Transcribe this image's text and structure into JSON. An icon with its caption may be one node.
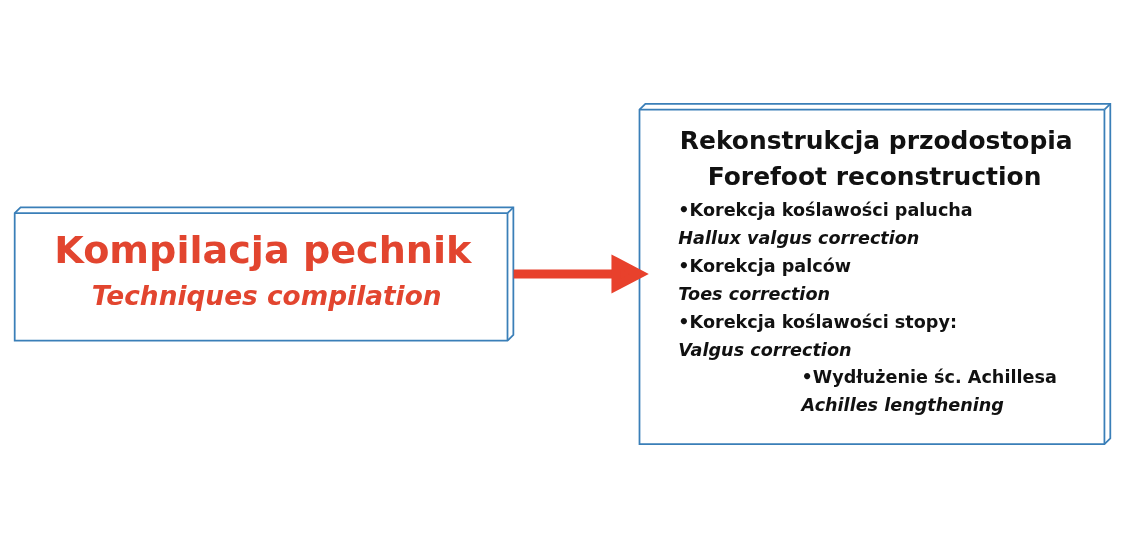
{
  "diagram": {
    "nodes": [
      {
        "text": [
          "Kompilacja pechnik",
          "Techniques compilation"
        ]
      },
      {
        "text": [
          "Rekonstrukcja przodostopia",
          "Forefoot reconstruction",
          "•Korekcja koślawości palucha",
          "Hallux valgus correction",
          "•Korekcja palców",
          "Toes correction",
          "•Korekcja koślawości stopy:",
          "Valgus correction",
          "•Wydłużenie śc. Achillesa",
          "Achilles lengthening"
        ]
      }
    ],
    "edges": [
      {
        "from": 0,
        "to": 1,
        "arrow": "to",
        "color": "#e8412c"
      }
    ]
  }
}
